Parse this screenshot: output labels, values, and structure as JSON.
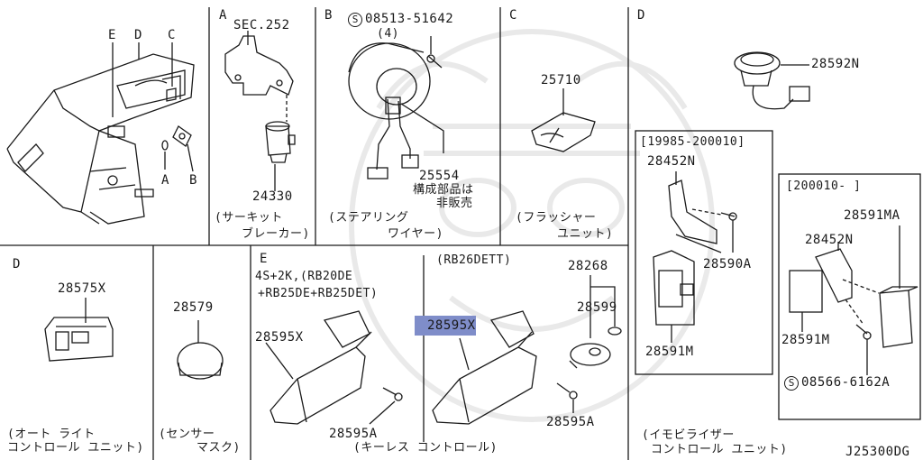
{
  "watermark_alt": "faint mascot watermark",
  "panel_overview": {
    "callout_e": "E",
    "callout_d": "D",
    "callout_c": "C",
    "callout_a": "A",
    "callout_b": "B"
  },
  "panel_a": {
    "letter": "A",
    "ref": "SEC.252",
    "part": "24330",
    "caption1": "(サーキット",
    "caption2": "ブレーカー)"
  },
  "panel_b": {
    "letter": "B",
    "bolt": "08513-51642",
    "qty": "(4)",
    "part": "25554",
    "note1": "構成部品は",
    "note2": "非販売",
    "caption1": "(ステアリング",
    "caption2": "ワイヤー)"
  },
  "panel_c": {
    "letter": "C",
    "part": "25710",
    "caption1": "(フラッシャー",
    "caption2": "ユニット)"
  },
  "panel_d_top": {
    "letter": "D",
    "part_switch": "28592N",
    "box1_range": "[19985-200010]",
    "box1_bracket": "28452N",
    "box1_screw": "28590A",
    "box1_unit": "28591M",
    "box2_range": "[200010-     ]",
    "box2_module": "28591MA",
    "box2_bracket": "28452N",
    "box2_unit": "28591M",
    "box2_screw": "08566-6162A",
    "caption1": "(イモビライザー",
    "caption2": "コントロール ユニット)"
  },
  "panel_d_left": {
    "letter": "D",
    "part": "28575X",
    "caption1": "(オート ライト",
    "caption2": "コントロール ユニット)"
  },
  "panel_mask": {
    "part": "28579",
    "caption1": "(センサー",
    "caption2": "マスク)"
  },
  "panel_e": {
    "letter": "E",
    "cond1": "4S+2K,(RB20DE",
    "cond2": "+RB25DE+RB25DET)",
    "cond3": "(RB26DETT)",
    "unit_left": "28595X",
    "screw_left": "28595A",
    "unit_right": "28595X",
    "screw_right": "28595A",
    "keyset": "28268",
    "fob": "28599",
    "caption": "(キーレス コントロール)"
  },
  "diagram_code": "J25300DG"
}
